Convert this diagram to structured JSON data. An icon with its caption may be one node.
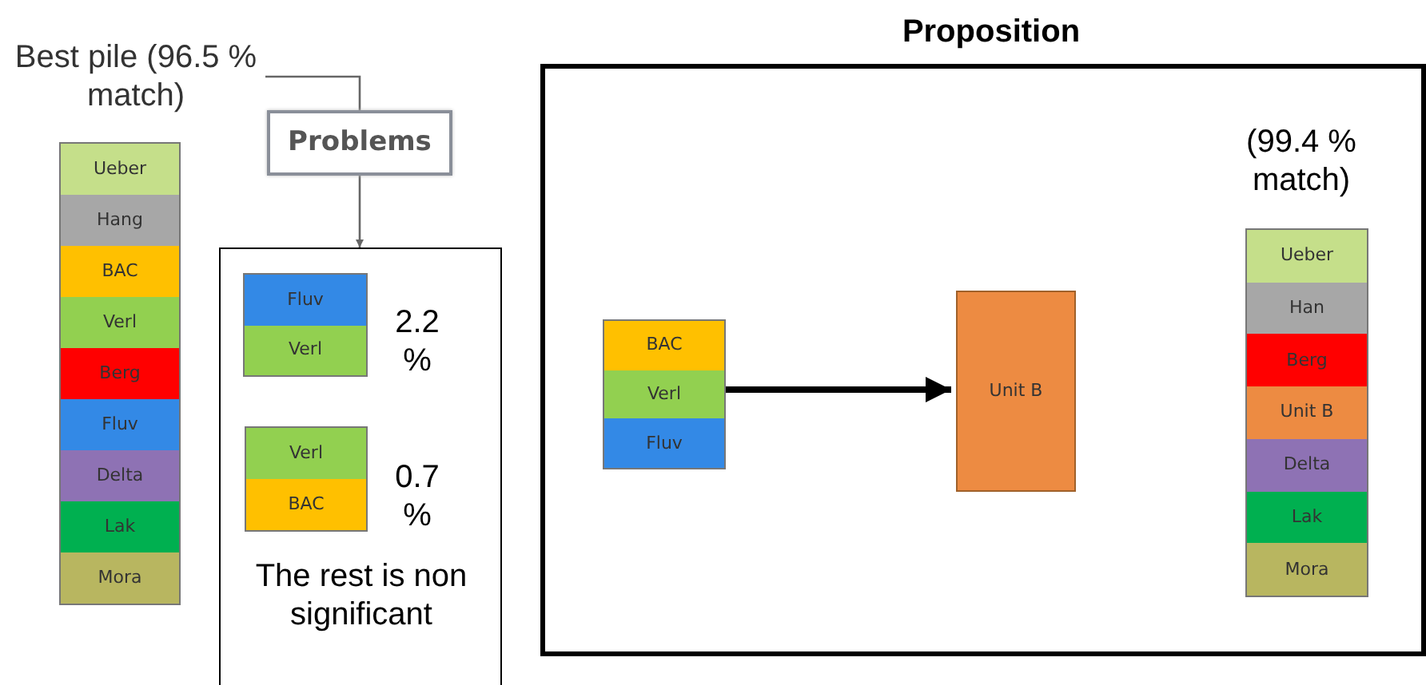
{
  "diagram": {
    "nodes": [
      {
        "text": [
          "Best pile (96.5 % match)"
        ]
      },
      {
        "text": [],
        "shape": "box"
      },
      {
        "text": [
          "Ueber"
        ],
        "in": 1
      },
      {
        "text": [
          "Hang"
        ],
        "in": 1
      },
      {
        "text": [
          "BAC"
        ],
        "in": 1
      },
      {
        "text": [
          "Verl"
        ],
        "in": 1
      },
      {
        "text": [
          "Berg"
        ],
        "in": 1
      },
      {
        "text": [
          "Fluv"
        ],
        "in": 1
      },
      {
        "text": [
          "Delta"
        ],
        "in": 1
      },
      {
        "text": [
          "Lak"
        ],
        "in": 1
      },
      {
        "text": [
          "Mora"
        ],
        "in": 1
      },
      {
        "text": [
          "Problems"
        ]
      },
      {
        "text": [
          "The rest is non significant"
        ]
      },
      {
        "text": [],
        "shape": "box",
        "in": 12,
        "beside": [
          "2.2 %"
        ]
      },
      {
        "text": [
          "Fluv"
        ],
        "in": 13
      },
      {
        "text": [
          "Verl"
        ],
        "in": 13
      },
      {
        "text": [],
        "shape": "box",
        "in": 12,
        "beside": [
          "0.7 %"
        ]
      },
      {
        "text": [
          "Verl"
        ],
        "in": 16
      },
      {
        "text": [
          "BAC"
        ],
        "in": 16
      },
      {
        "text": [
          "Proposition"
        ]
      },
      {
        "text": [],
        "shape": "box",
        "in": 19
      },
      {
        "text": [
          "BAC"
        ],
        "in": 20
      },
      {
        "text": [
          "Verl"
        ],
        "in": 20
      },
      {
        "text": [
          "Fluv"
        ],
        "in": 20
      },
      {
        "text": [
          "Unit B"
        ],
        "in": 19
      },
      {
        "text": [],
        "shape": "box",
        "in": 19,
        "beside": [
          "(99.4 % match)"
        ]
      },
      {
        "text": [
          "Ueber"
        ],
        "in": 25
      },
      {
        "text": [
          "Han"
        ],
        "in": 25
      },
      {
        "text": [
          "Berg"
        ],
        "in": 25
      },
      {
        "text": [
          "Unit B"
        ],
        "in": 25
      },
      {
        "text": [
          "Delta"
        ],
        "in": 25
      },
      {
        "text": [
          "Lak"
        ],
        "in": 25
      },
      {
        "text": [
          "Mora"
        ],
        "in": 25
      }
    ],
    "edges": [
      {
        "from": 0,
        "to": 11,
        "arrow": "none"
      },
      {
        "from": 11,
        "to": 12,
        "arrow": "to"
      },
      {
        "from": 20,
        "to": 24,
        "arrow": "to",
        "style": "thick",
        "color": "#000000"
      }
    ]
  }
}
